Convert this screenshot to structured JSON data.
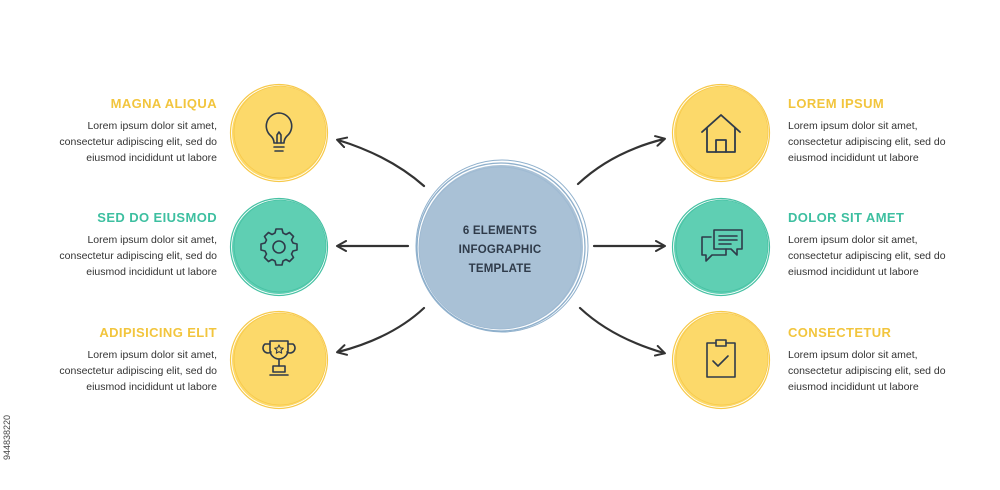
{
  "center": {
    "lines": [
      "6 ELEMENTS",
      "INFOGRAPHIC",
      "TEMPLATE"
    ],
    "color": "#a9c1d6",
    "stroke": "#8fb0cc"
  },
  "colors": {
    "yellow": "#fcd96a",
    "teal": "#5fcfb3",
    "title_yellow": "#f2c53d",
    "title_teal": "#3dbfa0",
    "icon": "#2f3b4a",
    "arrow": "#333333"
  },
  "items": [
    {
      "side": "left",
      "title": "MAGNA ALIQUA",
      "title_color": "#f2c53d",
      "circle_color": "#fcd96a",
      "icon": "lightbulb-icon",
      "desc": [
        "Lorem ipsum dolor sit amet,",
        "consectetur adipiscing elit, sed do",
        "eiusmod incididunt ut labore"
      ]
    },
    {
      "side": "left",
      "title": "SED DO EIUSMOD",
      "title_color": "#3dbfa0",
      "circle_color": "#5fcfb3",
      "icon": "gear-icon",
      "desc": [
        "Lorem ipsum dolor sit amet,",
        "consectetur adipiscing elit, sed do",
        "eiusmod incididunt ut labore"
      ]
    },
    {
      "side": "left",
      "title": "ADIPISICING ELIT",
      "title_color": "#f2c53d",
      "circle_color": "#fcd96a",
      "icon": "trophy-icon",
      "desc": [
        "Lorem ipsum dolor sit amet,",
        "consectetur adipiscing elit, sed do",
        "eiusmod incididunt ut labore"
      ]
    },
    {
      "side": "right",
      "title": "LOREM IPSUM",
      "title_color": "#f2c53d",
      "circle_color": "#fcd96a",
      "icon": "home-icon",
      "desc": [
        "Lorem ipsum dolor sit amet,",
        "consectetur adipiscing elit, sed do",
        "eiusmod incididunt ut labore"
      ]
    },
    {
      "side": "right",
      "title": "DOLOR SIT AMET",
      "title_color": "#3dbfa0",
      "circle_color": "#5fcfb3",
      "icon": "chat-bubbles-icon",
      "desc": [
        "Lorem ipsum dolor sit amet,",
        "consectetur adipiscing elit, sed do",
        "eiusmod incididunt ut labore"
      ]
    },
    {
      "side": "right",
      "title": "CONSECTETUR",
      "title_color": "#f2c53d",
      "circle_color": "#fcd96a",
      "icon": "clipboard-check-icon",
      "desc": [
        "Lorem ipsum dolor sit amet,",
        "consectetur adipiscing elit, sed do",
        "eiusmod incididunt ut labore"
      ]
    }
  ],
  "stock_id": "944838220"
}
